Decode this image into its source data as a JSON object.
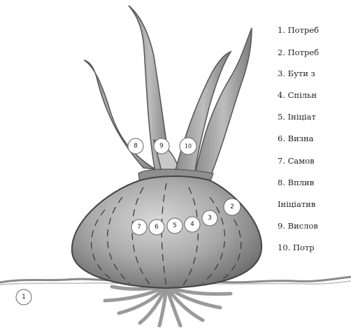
{
  "diagram": {
    "markers": [
      "1",
      "2",
      "3",
      "4",
      "5",
      "6",
      "7",
      "8",
      "9",
      "10"
    ],
    "legend": [
      "1. Потреб",
      "2. Потреб",
      "3. Бути з",
      "4. Спільн",
      "5. Ініціат",
      "6. Визна",
      "7. Самов",
      "8. Вплив",
      "Ініціатив",
      "9. Вислов",
      "10. Потр"
    ]
  }
}
